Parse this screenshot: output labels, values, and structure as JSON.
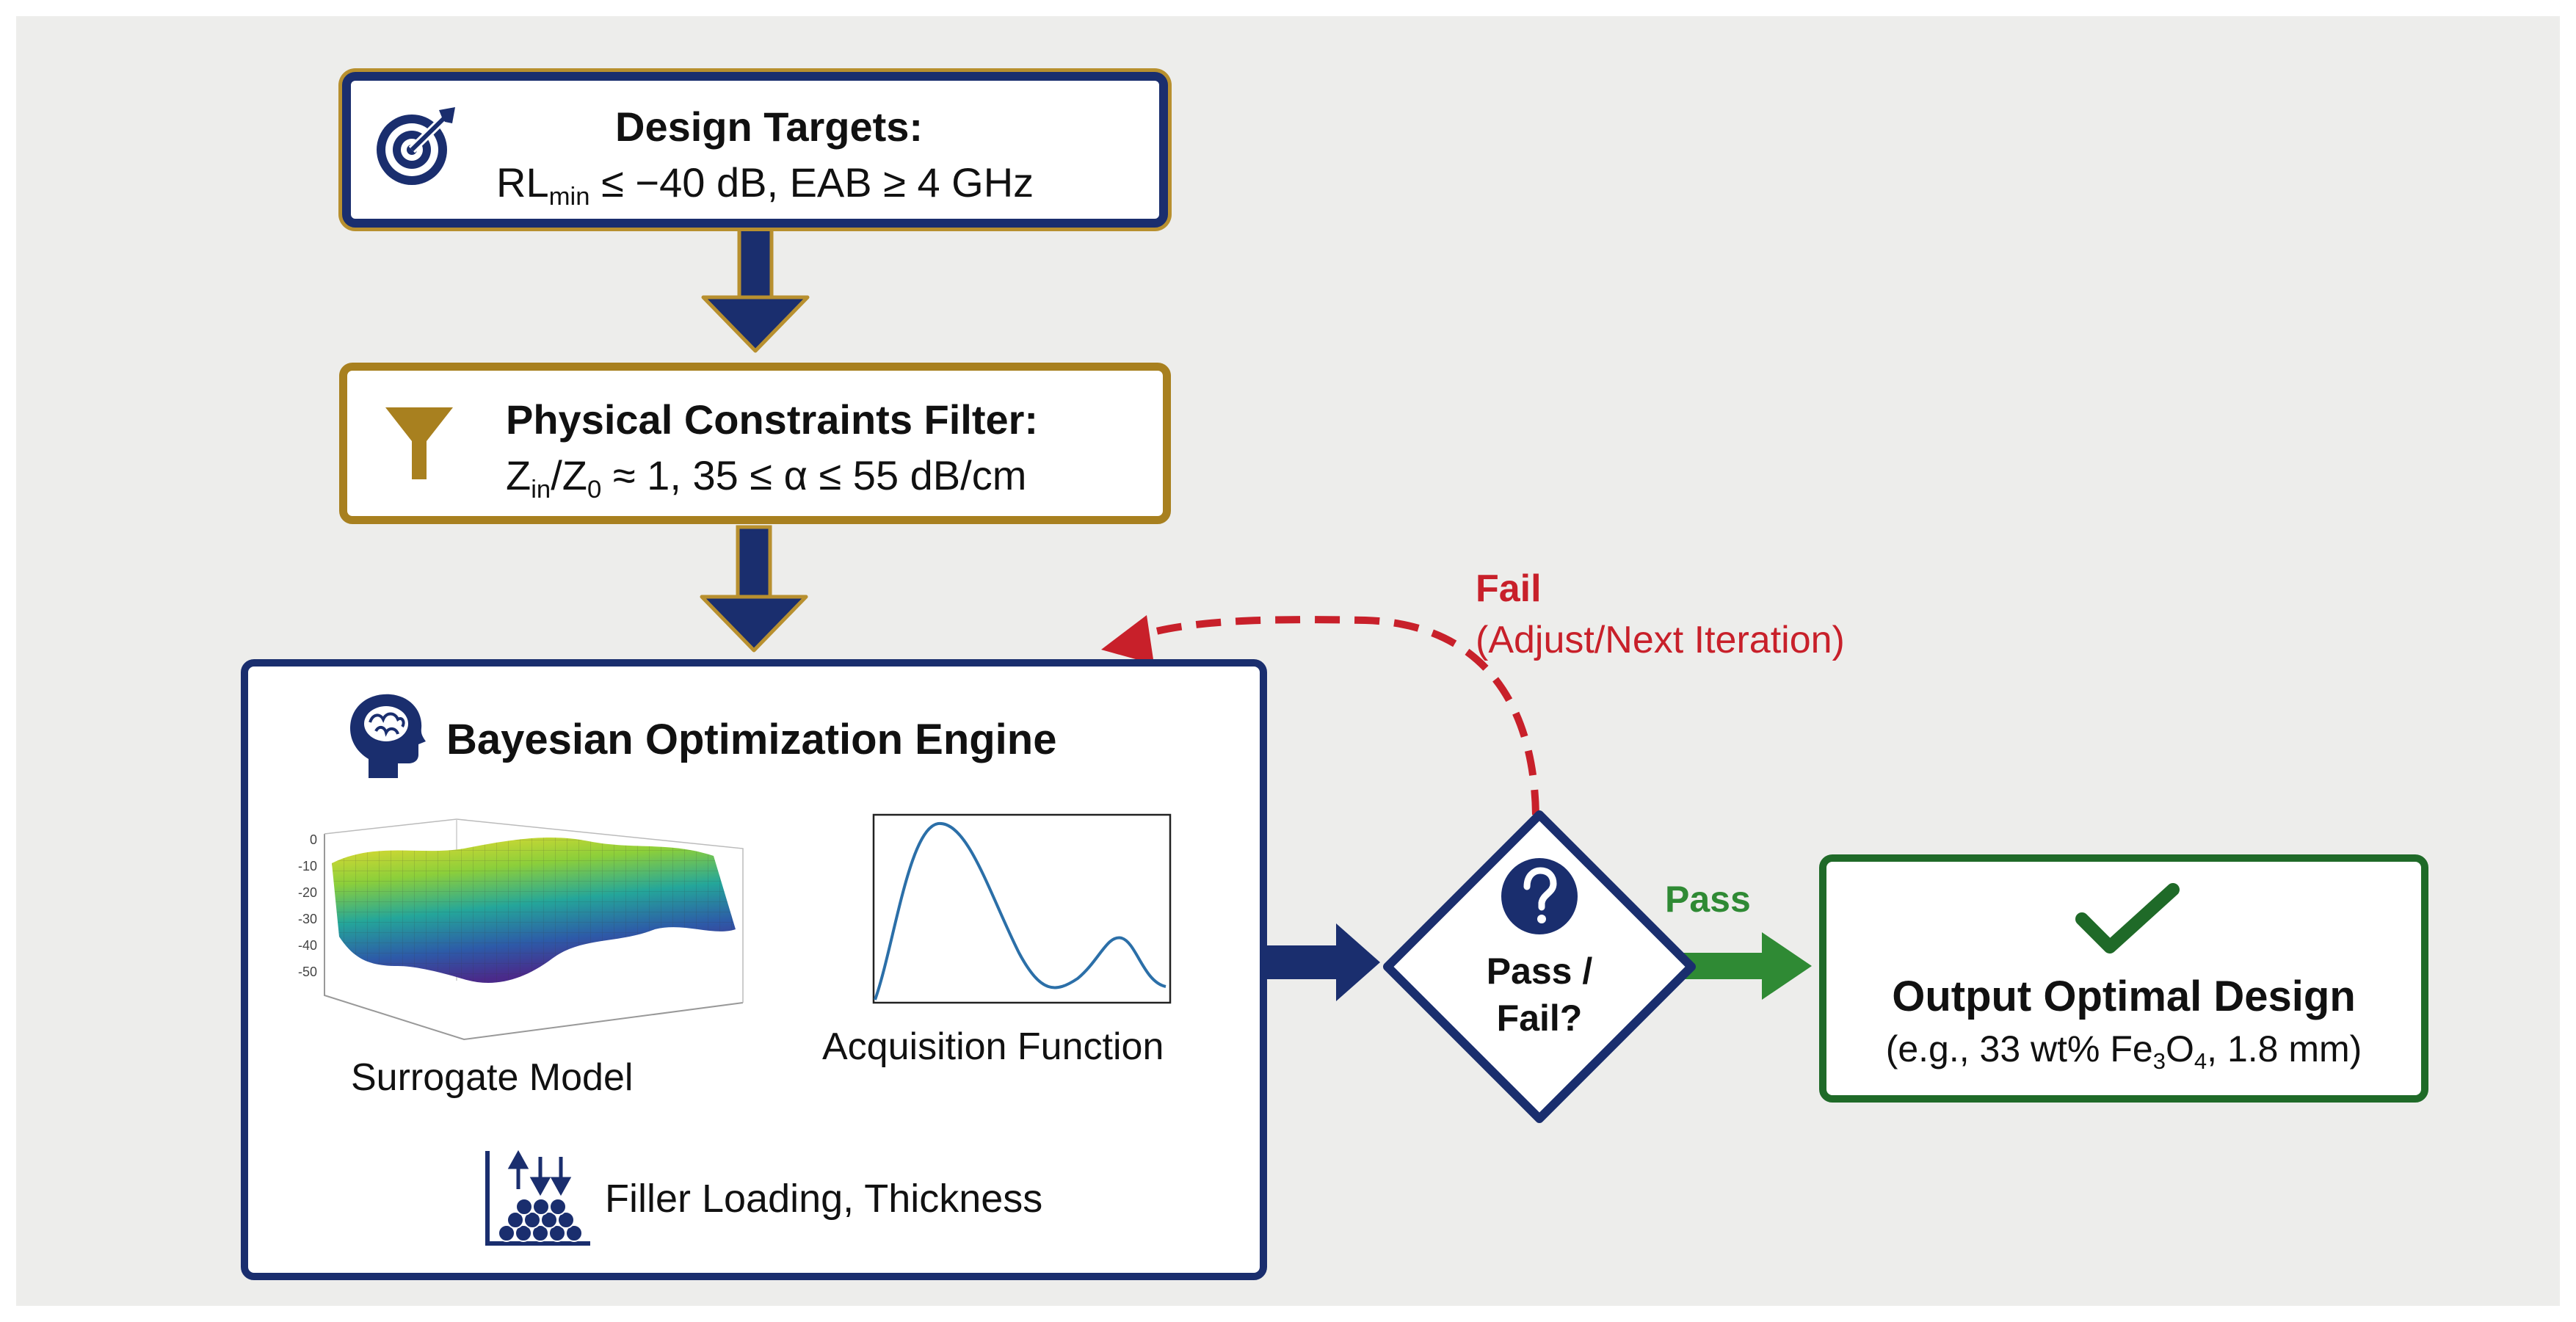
{
  "design_targets": {
    "title": "Design Targets:",
    "rl": "RL",
    "rl_sub": "min",
    "rl_rest": " ≤ −40 dB, EAB ≥ 4 GHz"
  },
  "constraints": {
    "title": "Physical Constraints Filter:",
    "z": "Z",
    "z_sub": "in",
    "z_mid": "/Z",
    "z0_sub": "0",
    "rest": " ≈ 1, 35 ≤ α ≤ 55 dB/cm"
  },
  "engine": {
    "title": "Bayesian Optimization Engine",
    "surrogate_label": "Surrogate Model",
    "acquisition_label": "Acquisition Function",
    "filler_label": "Filler Loading, Thickness",
    "surface_ticks": [
      "0",
      "-10",
      "-20",
      "-30",
      "-40",
      "-50"
    ]
  },
  "decision": {
    "line1": "Pass /",
    "line2": "Fail?",
    "pass_label": "Pass",
    "fail_label": "Fail",
    "fail_sub": "(Adjust/Next Iteration)"
  },
  "output": {
    "title": "Output Optimal Design",
    "sub_a": "(e.g., 33 wt% Fe",
    "sub_b": "3",
    "sub_c": "O",
    "sub_d": "4",
    "sub_e": ", 1.8 mm)"
  },
  "colors": {
    "navy": "#1a2e6e",
    "gold": "#a8801f",
    "green": "#1f6a28",
    "fail_red": "#c8202a"
  }
}
